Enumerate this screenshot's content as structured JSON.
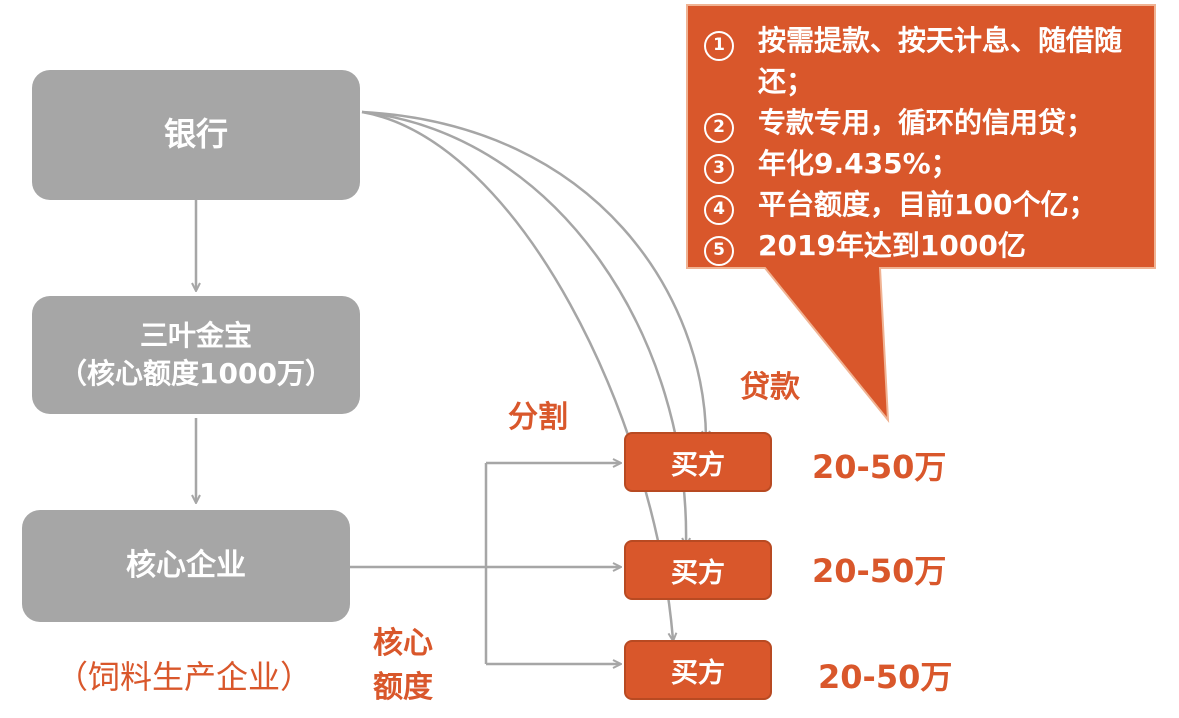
{
  "nodes": {
    "bank": "银行",
    "sanye": [
      "三叶金宝",
      "（核心额度1000万）"
    ],
    "core": "核心企业"
  },
  "core_note": "（饲料生产企业）",
  "buyers": [
    {
      "label": "买方",
      "amount": "20-50万"
    },
    {
      "label": "买方",
      "amount": "20-50万"
    },
    {
      "label": "买方",
      "amount": "20-50万"
    }
  ],
  "labels": {
    "split": "分割",
    "loan": "贷款",
    "core_quota": [
      "核心",
      "额度"
    ]
  },
  "callout": {
    "items": [
      {
        "num": "1",
        "text": "按需提款、按天计息、随借随还；"
      },
      {
        "num": "2",
        "text": "专款专用，循环的信用贷；"
      },
      {
        "num": "3",
        "text": "年化9.435%；"
      },
      {
        "num": "4",
        "text": "平台额度，目前100个亿；"
      },
      {
        "num": "5",
        "text": "2019年达到1000亿"
      }
    ]
  },
  "colors": {
    "gray_box": "#a6a6a6",
    "orange": "#d9572b",
    "arrow": "#a6a6a6"
  }
}
